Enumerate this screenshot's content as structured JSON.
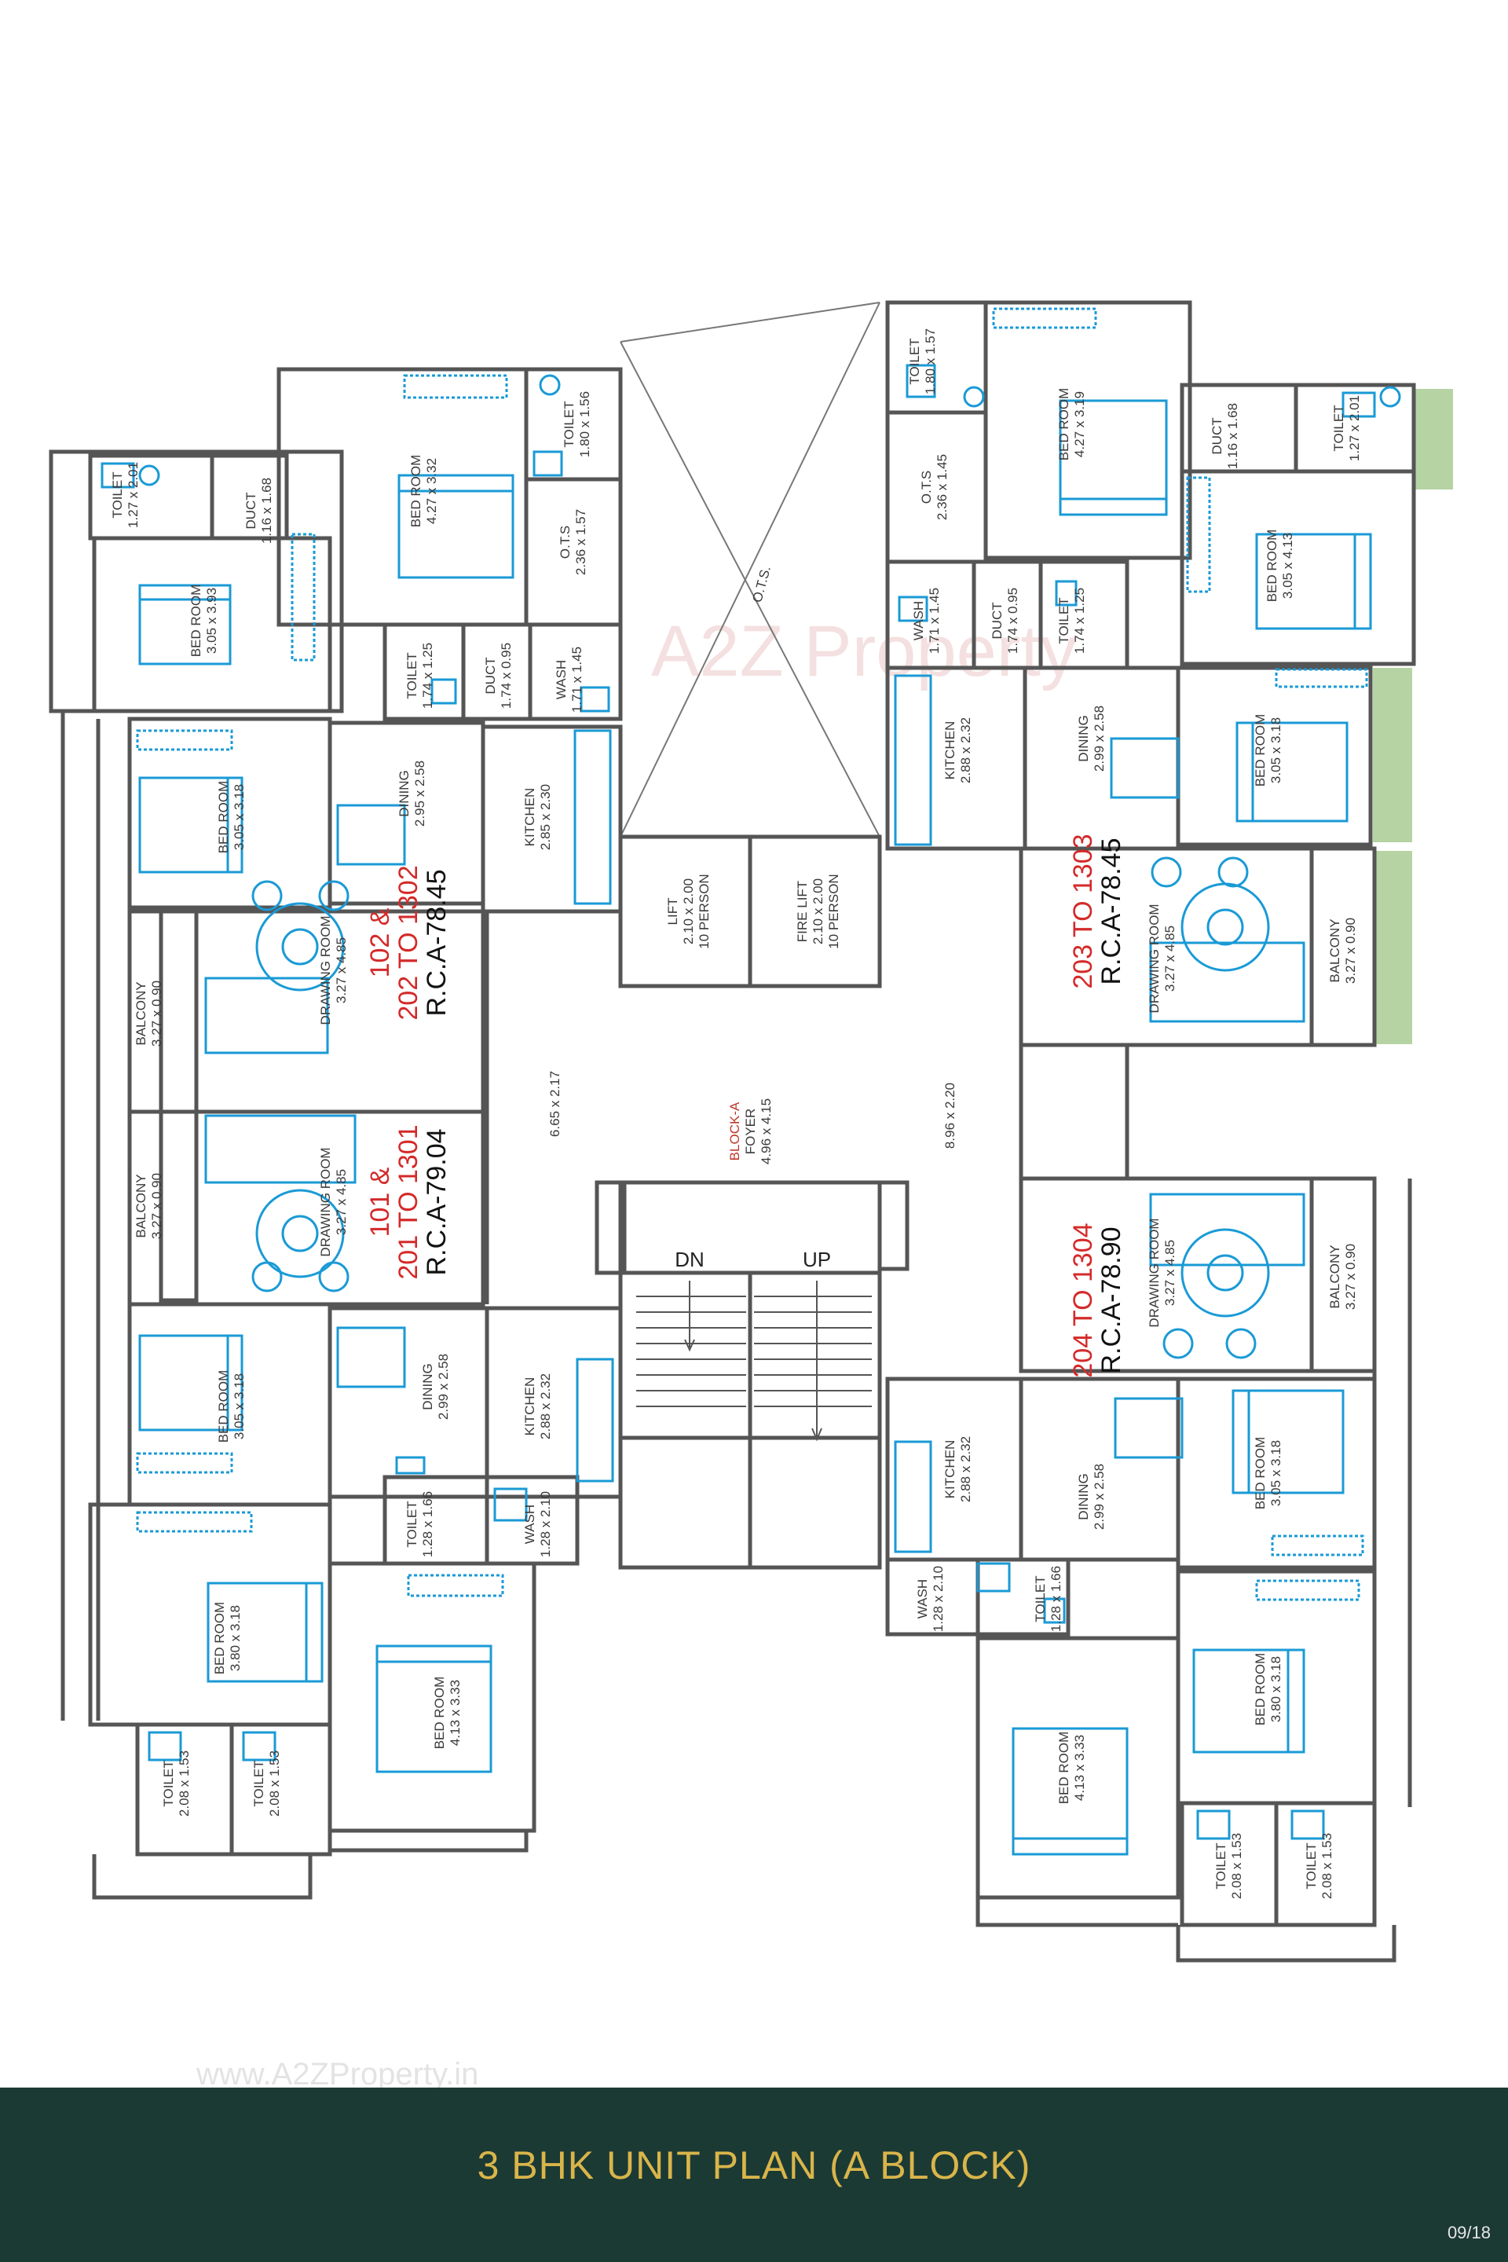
{
  "footer": {
    "title": "3 BHK UNIT PLAN (A BLOCK)",
    "page_number": "09/18"
  },
  "watermarks": {
    "center": "A2Z Property",
    "bottom": "www.A2ZProperty.in"
  },
  "colors": {
    "wall": "#555555",
    "furniture": "#1a9ad6",
    "unit_number": "#d42a2a",
    "block_label": "#c0392b",
    "footer_bg": "#1c3a34",
    "footer_text": "#d9b54a",
    "balcony_green": "#b5d3a3"
  },
  "units": {
    "u1": {
      "numbers_a": "102 &",
      "numbers_b": "202 TO 1302",
      "rca": "R.C.A-78.45"
    },
    "u2": {
      "numbers_a": "101 &",
      "numbers_b": "201 TO 1301",
      "rca": "R.C.A-79.04"
    },
    "u3": {
      "numbers_a": "203 TO 1303",
      "rca": "R.C.A-78.45"
    },
    "u4": {
      "numbers_a": "204 TO 1304",
      "rca": "R.C.A-78.90"
    }
  },
  "core": {
    "block": "BLOCK-A",
    "foyer_name": "FOYER",
    "foyer_dim": "4.96 x 4.15",
    "lift_name": "LIFT",
    "lift_dim": "2.10 x 2.00",
    "lift_cap": "10 PERSON",
    "fire_lift_name": "FIRE LIFT",
    "fire_lift_dim": "2.10 x 2.00",
    "fire_lift_cap": "10 PERSON",
    "corridor_left": "6.65 x 2.17",
    "corridor_right": "8.96 x 2.20",
    "ots": "O.T.S.",
    "stair_dn": "DN",
    "stair_up": "UP"
  },
  "rooms": [
    {
      "name": "TOILET",
      "dim": "1.27 x 2.01"
    },
    {
      "name": "DUCT",
      "dim": "1.16 x 1.68"
    },
    {
      "name": "BED ROOM",
      "dim": "3.05 x 3.93"
    },
    {
      "name": "BED ROOM",
      "dim": "4.27 x 3.32"
    },
    {
      "name": "TOILET",
      "dim": "1.80 x 1.56"
    },
    {
      "name": "O.T.S",
      "dim": "2.36 x 1.57"
    },
    {
      "name": "TOILET",
      "dim": "1.74 x 1.25"
    },
    {
      "name": "DUCT",
      "dim": "1.74 x 0.95"
    },
    {
      "name": "WASH",
      "dim": "1.71 x 1.45"
    },
    {
      "name": "BED ROOM",
      "dim": "3.05 x 3.18"
    },
    {
      "name": "DINING",
      "dim": "2.95 x 2.58"
    },
    {
      "name": "KITCHEN",
      "dim": "2.85 x 2.30"
    },
    {
      "name": "BALCONY",
      "dim": "3.27 x 0.90"
    },
    {
      "name": "DRAWING ROOM",
      "dim": "3.27 x 4.85"
    },
    {
      "name": "BALCONY",
      "dim": "3.27 x 0.90"
    },
    {
      "name": "DRAWING ROOM",
      "dim": "3.27 x 4.85"
    },
    {
      "name": "BED ROOM",
      "dim": "3.05 x 3.18"
    },
    {
      "name": "DINING",
      "dim": "2.99 x 2.58"
    },
    {
      "name": "KITCHEN",
      "dim": "2.88 x 2.32"
    },
    {
      "name": "TOILET",
      "dim": "1.28 x 1.66"
    },
    {
      "name": "WASH",
      "dim": "1.28 x 2.10"
    },
    {
      "name": "BED ROOM",
      "dim": "3.80 x 3.18"
    },
    {
      "name": "BED ROOM",
      "dim": "4.13 x 3.33"
    },
    {
      "name": "TOILET",
      "dim": "2.08 x 1.53"
    },
    {
      "name": "TOILET",
      "dim": "2.08 x 1.53"
    },
    {
      "name": "TOILET",
      "dim": "1.80 x 1.57"
    },
    {
      "name": "BED ROOM",
      "dim": "4.27 x 3.19"
    },
    {
      "name": "DUCT",
      "dim": "1.16 x 1.68"
    },
    {
      "name": "TOILET",
      "dim": "1.27 x 2.01"
    },
    {
      "name": "O.T.S",
      "dim": "2.36 x 1.45"
    },
    {
      "name": "BED ROOM",
      "dim": "3.05 x 4.13"
    },
    {
      "name": "WASH",
      "dim": "1.71 x 1.45"
    },
    {
      "name": "DUCT",
      "dim": "1.74 x 0.95"
    },
    {
      "name": "TOILET",
      "dim": "1.74 x 1.25"
    },
    {
      "name": "KITCHEN",
      "dim": "2.88 x 2.32"
    },
    {
      "name": "DINING",
      "dim": "2.99 x 2.58"
    },
    {
      "name": "BED ROOM",
      "dim": "3.05 x 3.18"
    },
    {
      "name": "DRAWING ROOM",
      "dim": "3.27 x 4.85"
    },
    {
      "name": "BALCONY",
      "dim": "3.27 x 0.90"
    },
    {
      "name": "DRAWING ROOM",
      "dim": "3.27 x 4.85"
    },
    {
      "name": "BALCONY",
      "dim": "3.27 x 0.90"
    },
    {
      "name": "KITCHEN",
      "dim": "2.88 x 2.32"
    },
    {
      "name": "DINING",
      "dim": "2.99 x 2.58"
    },
    {
      "name": "BED ROOM",
      "dim": "3.05 x 3.18"
    },
    {
      "name": "WASH",
      "dim": "1.28 x 2.10"
    },
    {
      "name": "TOILET",
      "dim": "1.28 x 1.66"
    },
    {
      "name": "BED ROOM",
      "dim": "3.80 x 3.18"
    },
    {
      "name": "BED ROOM",
      "dim": "4.13 x 3.33"
    },
    {
      "name": "TOILET",
      "dim": "2.08 x 1.53"
    },
    {
      "name": "TOILET",
      "dim": "2.08 x 1.53"
    }
  ]
}
